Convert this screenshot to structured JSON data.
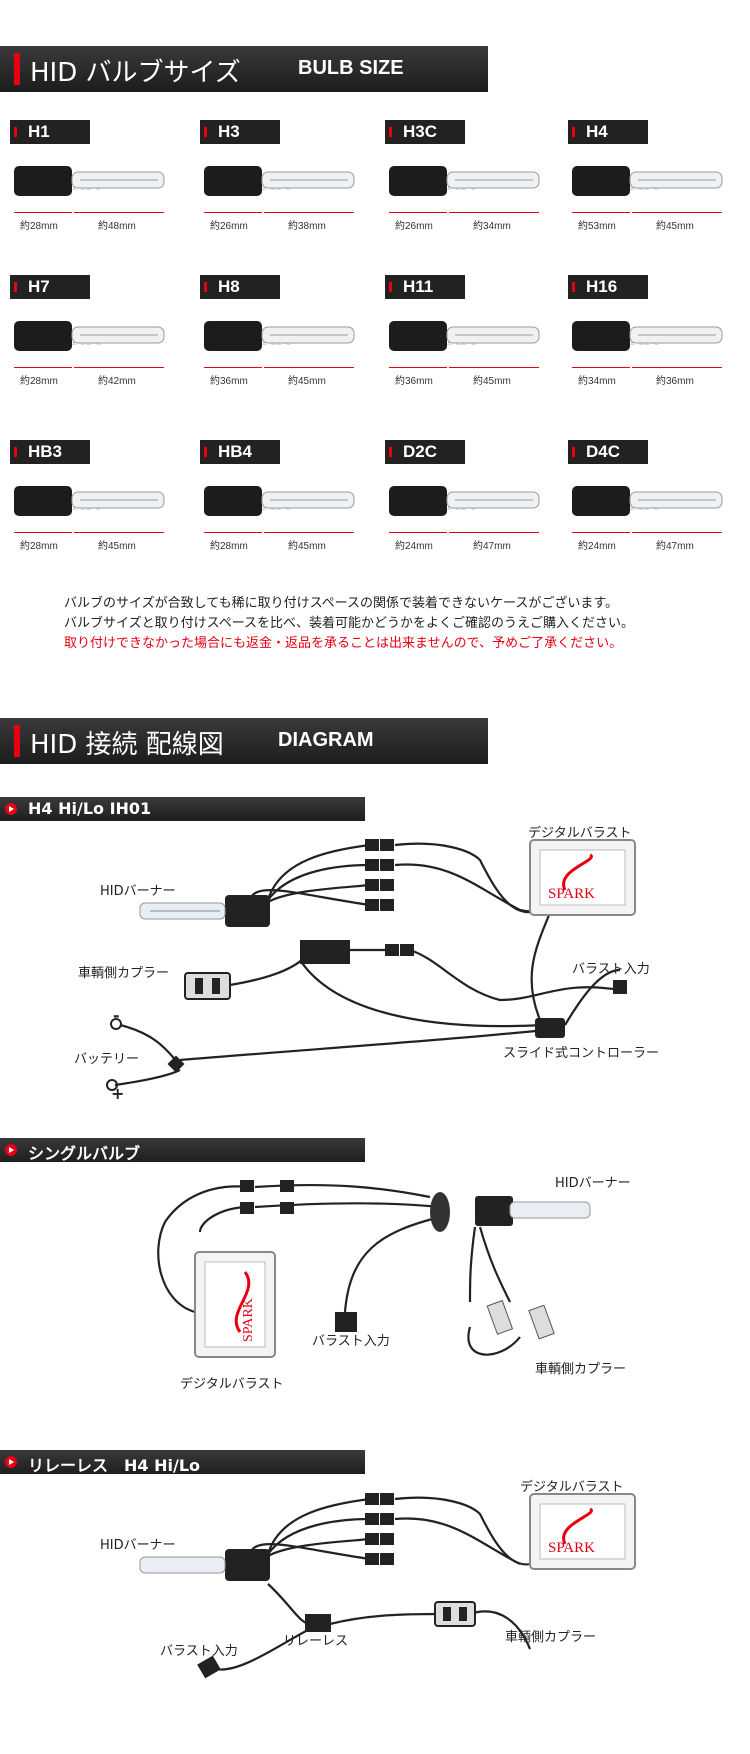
{
  "bulb_section": {
    "title": "HID バルブサイズ",
    "subtitle": "BULB SIZE"
  },
  "bulbs": [
    {
      "name": "H1",
      "a": "約28mm",
      "b": "約48mm"
    },
    {
      "name": "H3",
      "a": "約26mm",
      "b": "約38mm"
    },
    {
      "name": "H3C",
      "a": "約26mm",
      "b": "約34mm"
    },
    {
      "name": "H4",
      "a": "約53mm",
      "b": "約45mm"
    },
    {
      "name": "H7",
      "a": "約28mm",
      "b": "約42mm"
    },
    {
      "name": "H8",
      "a": "約36mm",
      "b": "約45mm"
    },
    {
      "name": "H11",
      "a": "約36mm",
      "b": "約45mm"
    },
    {
      "name": "H16",
      "a": "約34mm",
      "b": "約36mm"
    },
    {
      "name": "HB3",
      "a": "約28mm",
      "b": "約45mm"
    },
    {
      "name": "HB4",
      "a": "約28mm",
      "b": "約45mm"
    },
    {
      "name": "D2C",
      "a": "約24mm",
      "b": "約47mm"
    },
    {
      "name": "D4C",
      "a": "約24mm",
      "b": "約47mm"
    }
  ],
  "watermark": "SPARK",
  "notes": [
    "バルブのサイズが合致しても稀に取り付けスペースの関係で装着できないケースがございます。",
    "バルブサイズと取り付けスペースを比べ、装着可能かどうかをよくご確認のうえご購入ください。",
    "取り付けできなかった場合にも返金・返品を承ることは出来ませんので、予めご了承ください。"
  ],
  "diagram_section": {
    "title": "HID 接続 配線図",
    "subtitle": "DIAGRAM"
  },
  "diagram1": {
    "header": "H4 Hi/Lo IH01",
    "ballast": "デジタルバラスト",
    "burner": "HIDバーナー",
    "coupler": "車輌側カプラー",
    "ballast_input": "バラスト入力",
    "battery": "バッテリー",
    "minus": "-",
    "plus": "+",
    "controller": "スライド式コントローラー"
  },
  "diagram2": {
    "header": "シングルバルブ",
    "burner": "HIDバーナー",
    "ballast_input": "バラスト入力",
    "coupler": "車輌側カプラー",
    "ballast": "デジタルバラスト"
  },
  "diagram3": {
    "header": "リレーレス　H4 Hi/Lo",
    "ballast": "デジタルバラスト",
    "burner": "HIDバーナー",
    "ballast_input": "バラスト入力",
    "relayless": "リレーレス",
    "coupler": "車輌側カプラー"
  },
  "colors": {
    "accent": "#e60012",
    "header": "#2a2a2a",
    "dim": "#e60012"
  }
}
